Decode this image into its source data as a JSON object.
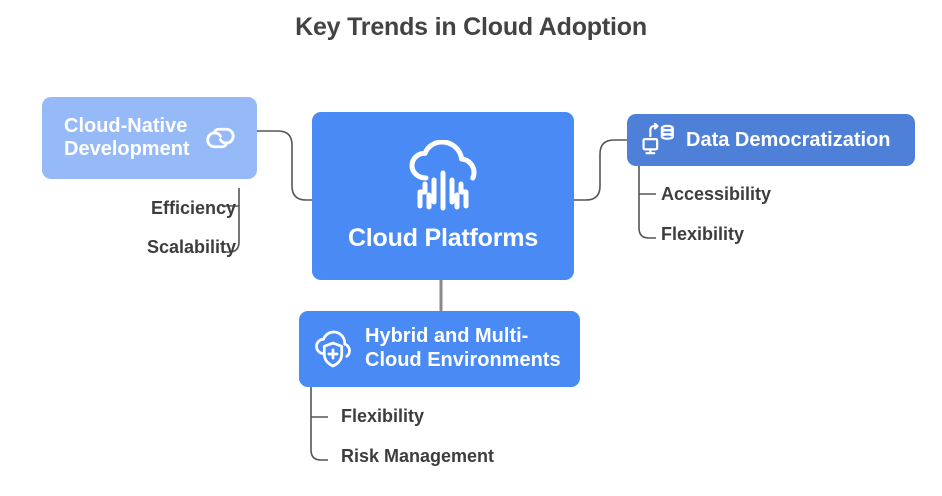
{
  "title": "Key Trends in Cloud Adoption",
  "colors": {
    "background": "#ffffff",
    "title_text": "#434343",
    "node_light_blue": "#96b9f7",
    "node_bright_blue": "#4a8af4",
    "node_muted_blue": "#4f80d8",
    "node_text": "#ffffff",
    "sub_label_text": "#3d3d3d",
    "connector_line": "#555555",
    "connector_trunk": "#8a8a8a"
  },
  "nodes": {
    "center": {
      "label": "Cloud Platforms",
      "icon": "cloud-computing-icon",
      "color": "#4a8af4"
    },
    "left": {
      "label_line1": "Cloud-Native",
      "label_line2": "Development",
      "icon": "cloud-loop-icon",
      "color": "#96b9f7",
      "sub_labels": [
        "Efficiency",
        "Scalability"
      ]
    },
    "right": {
      "label": "Data Democratization",
      "icon": "data-monitor-icon",
      "color": "#4f80d8",
      "sub_labels": [
        "Accessibility",
        "Flexibility"
      ]
    },
    "bottom": {
      "label_line1": "Hybrid and Multi-",
      "label_line2": "Cloud Environments",
      "icon": "cloud-shield-plus-icon",
      "color": "#4a8af4",
      "sub_labels": [
        "Flexibility",
        "Risk Management"
      ]
    }
  },
  "sub_labels": {
    "efficiency": "Efficiency",
    "scalability": "Scalability",
    "accessibility": "Accessibility",
    "flexibility_right": "Flexibility",
    "flexibility_bottom": "Flexibility",
    "risk_management": "Risk Management"
  },
  "chart_data": {
    "type": "diagram",
    "diagram_kind": "mind-map",
    "title": "Key Trends in Cloud Adoption",
    "root": "Cloud Platforms",
    "branches": [
      {
        "name": "Cloud-Native Development",
        "position": "left",
        "children": [
          "Efficiency",
          "Scalability"
        ]
      },
      {
        "name": "Data Democratization",
        "position": "right",
        "children": [
          "Accessibility",
          "Flexibility"
        ]
      },
      {
        "name": "Hybrid and Multi-Cloud Environments",
        "position": "bottom",
        "children": [
          "Flexibility",
          "Risk Management"
        ]
      }
    ]
  }
}
